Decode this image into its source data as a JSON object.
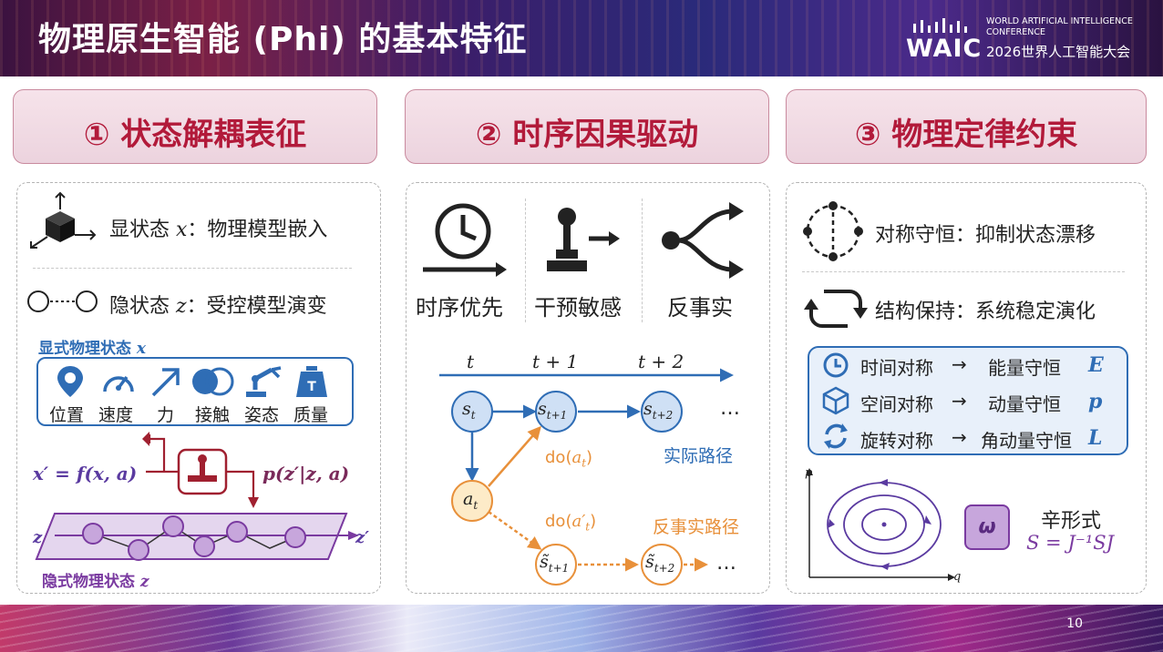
{
  "slide": {
    "title": "物理原生智能 (Phi) 的基本特征",
    "page_number": "10"
  },
  "logo": {
    "mark": "WAIC",
    "line1": "WORLD ARTIFICIAL INTELLIGENCE",
    "line2": "CONFERENCE",
    "line3": "2026世界人工智能大会"
  },
  "headers": [
    "① 状态解耦表征",
    "② 时序因果驱动",
    "③ 物理定律约束"
  ],
  "col1": {
    "explicit_label": "显状态 ",
    "explicit_var": "x",
    "explicit_desc": "：物理模型嵌入",
    "latent_label": "隐状态 ",
    "latent_var": "z",
    "latent_desc": "：受控模型演变",
    "box_title": "显式物理状态 ",
    "box_var": "x",
    "items": [
      {
        "label": "位置",
        "icon": "location-pin"
      },
      {
        "label": "速度",
        "icon": "speedometer"
      },
      {
        "label": "力",
        "icon": "arrow-force"
      },
      {
        "label": "接触",
        "icon": "contact-circles"
      },
      {
        "label": "姿态",
        "icon": "robot-arm"
      },
      {
        "label": "质量",
        "icon": "weight"
      }
    ],
    "eq_left": "x′ = f(x, a)",
    "eq_right": "p(z′|z, a)",
    "z_in": "z",
    "z_out": "z′",
    "bottom_title": "隐式物理状态 ",
    "bottom_var": "z"
  },
  "col2": {
    "labels": [
      "时序优先",
      "干预敏感",
      "反事实"
    ],
    "icons": [
      "clock-arrow",
      "joystick",
      "branch"
    ],
    "timeline": [
      "t",
      "t + 1",
      "t + 2"
    ],
    "s_t": "s",
    "s_t_sub": "t",
    "s_t1_sub": "t+1",
    "s_t2_sub": "t+2",
    "a_t": "a",
    "a_t_sub": "t",
    "do1": "do(",
    "do1_var": "a",
    "do1_sub": "t",
    "do1_end": ")",
    "do2": "do(",
    "do2_var": "a′",
    "do2_sub": "t",
    "do2_end": ")",
    "cf_s": "s̃",
    "cf1_sub": "t+1",
    "cf2_sub": "t+2",
    "ellipsis": "…",
    "actual": "实际路径",
    "counter": "反事实路径",
    "colors": {
      "blue": "#2f6db5",
      "orange": "#e8903a"
    }
  },
  "col3": {
    "row1": "对称守恒：抑制状态漂移",
    "row2": "结构保持：系统稳定演化",
    "symmetry": [
      {
        "left": "时间对称",
        "arrow": "→",
        "right": "能量守恒",
        "var": "E",
        "icon": "clock-icon"
      },
      {
        "left": "空间对称",
        "arrow": "→",
        "right": "动量守恒",
        "var": "p",
        "icon": "cube-icon"
      },
      {
        "left": "旋转对称",
        "arrow": "→",
        "right": "角动量守恒",
        "var": "L",
        "icon": "rotate-icon"
      }
    ],
    "axis_p": "p",
    "axis_q": "q",
    "omega": "ω",
    "form_title": "辛形式",
    "form_eq": "S = J⁻¹SJ"
  }
}
